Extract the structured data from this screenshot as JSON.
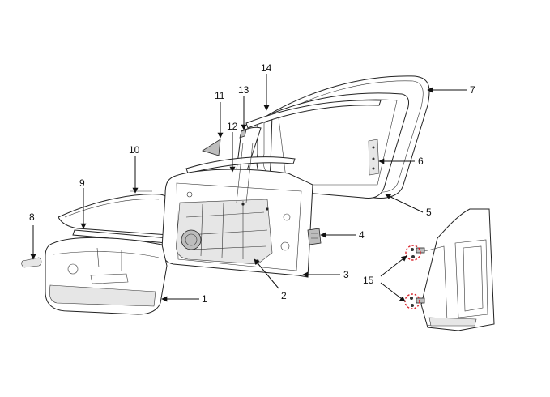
{
  "diagram": {
    "callouts": {
      "c1": "1",
      "c2": "2",
      "c3": "3",
      "c4": "4",
      "c5": "5",
      "c6": "6",
      "c7": "7",
      "c8": "8",
      "c9": "9",
      "c10": "10",
      "c11": "11",
      "c12": "12",
      "c13": "13",
      "c14": "14",
      "c15": "15"
    },
    "colors": {
      "line": "#111111",
      "highlight": "#d9232a",
      "shade": "#e6e6e6"
    }
  }
}
